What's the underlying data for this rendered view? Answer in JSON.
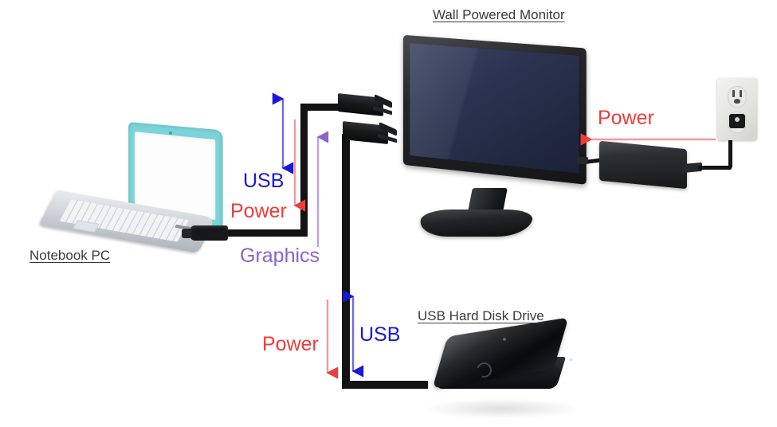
{
  "diagram": {
    "title_labels": {
      "monitor": "Wall Powered Monitor",
      "notebook": "Notebook PC",
      "hard_drive": "USB Hard Disk Drive"
    },
    "flow_labels": {
      "upper_usb": "USB",
      "upper_power": "Power",
      "graphics": "Graphics",
      "lower_power": "Power",
      "lower_usb": "USB",
      "wall_power": "Power"
    },
    "colors": {
      "usb": "#1a18d8",
      "power": "#ef3b3b",
      "graphics": "#8a64c8",
      "cable": "#131313",
      "label": "#3a3a3a",
      "notebook_lid": "#7bd4d8",
      "monitor_screen": "#2b3350"
    },
    "arrow_directions": {
      "upper_usb": "bidirectional",
      "upper_power": "down",
      "graphics": "up",
      "lower_power": "down",
      "lower_usb": "bidirectional",
      "wall_power": "left"
    }
  }
}
